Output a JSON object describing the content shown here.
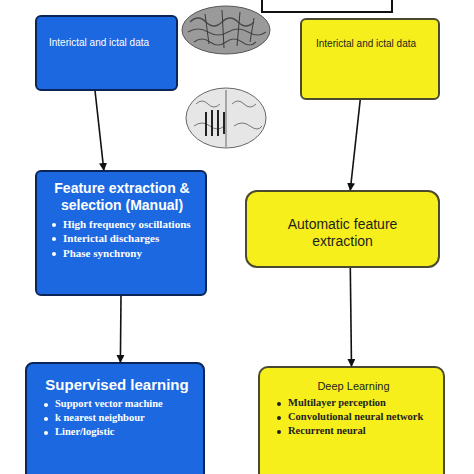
{
  "diagram": {
    "nodes": [
      {
        "text": [
          "Interictal and ictal data"
        ]
      },
      {
        "text": [
          "Interictal and ictal data"
        ]
      },
      {
        "text": [
          "Feature extraction & selection (Manual)",
          "High frequency oscillations",
          "Interictal discharges",
          "Phase synchrony"
        ]
      },
      {
        "text": [
          "Automatic feature extraction"
        ]
      },
      {
        "text": [
          "Supervised learning",
          "Support vector machine",
          "k nearest neighbour",
          "Liner/logistic"
        ]
      },
      {
        "text": [
          "Deep Learning",
          "Multilayer perception",
          "Convolutional neural network",
          "Recurrent neural"
        ]
      }
    ],
    "edges": [
      {
        "from": 0,
        "to": 2,
        "arrow": "to"
      },
      {
        "from": 2,
        "to": 4,
        "arrow": "to"
      },
      {
        "from": 1,
        "to": 3,
        "arrow": "to"
      },
      {
        "from": 3,
        "to": 5,
        "arrow": "to"
      }
    ]
  }
}
